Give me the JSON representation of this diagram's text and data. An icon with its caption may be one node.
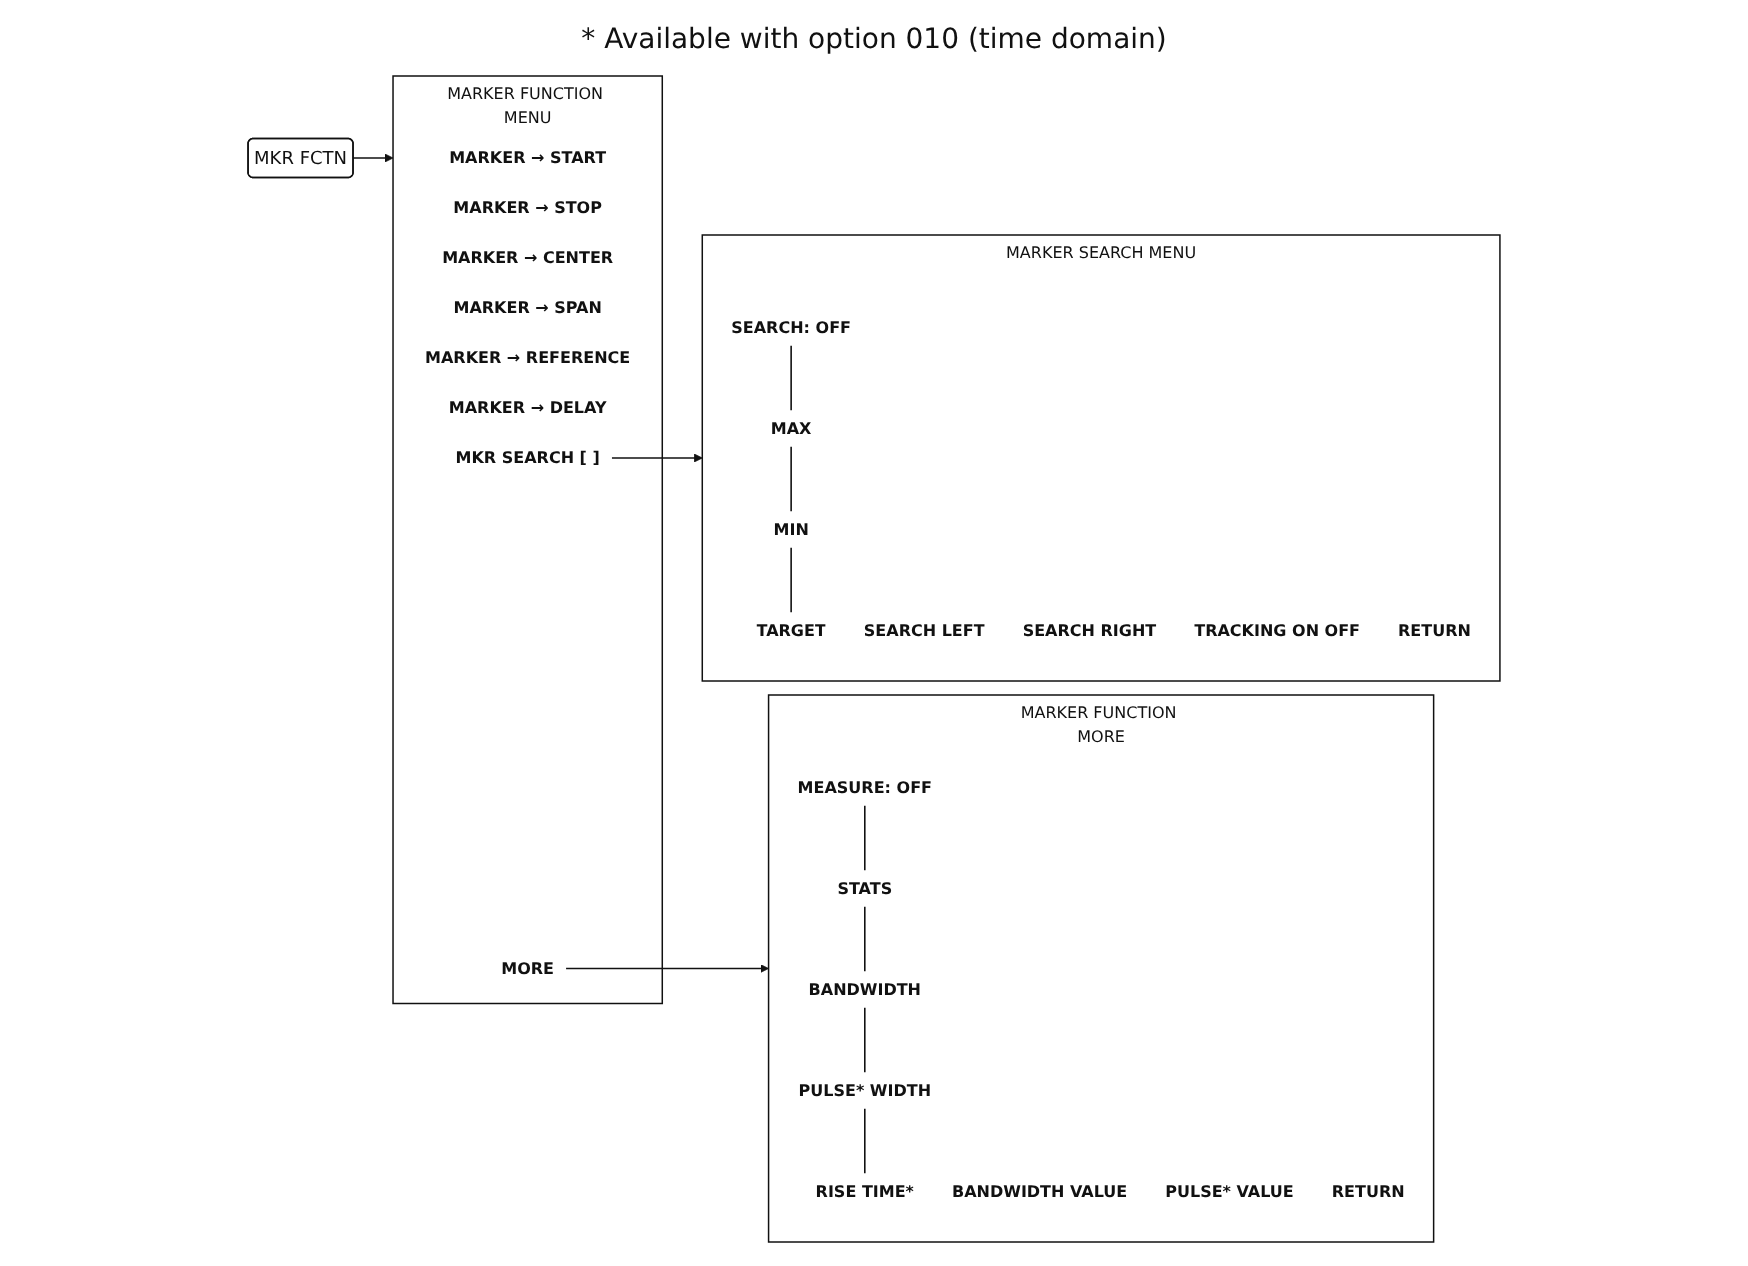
{
  "diagram": {
    "caption": "* Available with option 010 (time domain)",
    "nodes": [
      {
        "text": [
          "MKR FCTN"
        ]
      },
      {
        "text": [
          "MARKER FUNCTION MENU"
        ]
      },
      {
        "text": [
          "MARKER → START"
        ],
        "in": 1
      },
      {
        "text": [
          "MARKER → STOP"
        ],
        "in": 1
      },
      {
        "text": [
          "MARKER → CENTER"
        ],
        "in": 1
      },
      {
        "text": [
          "MARKER → SPAN"
        ],
        "in": 1
      },
      {
        "text": [
          "MARKER → REFERENCE"
        ],
        "in": 1
      },
      {
        "text": [
          "MARKER → DELAY"
        ],
        "in": 1
      },
      {
        "text": [
          "MKR SEARCH [ ]"
        ],
        "in": 1
      },
      {
        "text": [
          "MORE"
        ],
        "in": 1
      },
      {
        "text": [
          "MARKER SEARCH MENU"
        ]
      },
      {
        "text": [
          "SEARCH: OFF"
        ],
        "in": 10
      },
      {
        "text": [
          "MAX"
        ],
        "in": 10
      },
      {
        "text": [
          "MIN"
        ],
        "in": 10
      },
      {
        "text": [
          "TARGET"
        ],
        "in": 10
      },
      {
        "text": [
          "SEARCH LEFT"
        ],
        "in": 10
      },
      {
        "text": [
          "SEARCH RIGHT"
        ],
        "in": 10
      },
      {
        "text": [
          "TRACKING ON OFF"
        ],
        "in": 10
      },
      {
        "text": [
          "RETURN"
        ],
        "in": 10
      },
      {
        "text": [
          "MARKER FUNCTION MORE"
        ]
      },
      {
        "text": [
          "MEASURE: OFF"
        ],
        "in": 19
      },
      {
        "text": [
          "STATS"
        ],
        "in": 19
      },
      {
        "text": [
          "BANDWIDTH"
        ],
        "in": 19
      },
      {
        "text": [
          "PULSE* WIDTH"
        ],
        "in": 19
      },
      {
        "text": [
          "RISE TIME*"
        ],
        "in": 19
      },
      {
        "text": [
          "BANDWIDTH VALUE"
        ],
        "in": 19
      },
      {
        "text": [
          "PULSE* VALUE"
        ],
        "in": 19
      },
      {
        "text": [
          "RETURN"
        ],
        "in": 19
      }
    ],
    "edges": [
      {
        "from": 0,
        "to": 1,
        "arrow": "to"
      },
      {
        "from": 8,
        "to": 10,
        "arrow": "to"
      },
      {
        "from": 9,
        "to": 19,
        "arrow": "to"
      },
      {
        "from": 11,
        "to": 12,
        "arrow": "none"
      },
      {
        "from": 12,
        "to": 13,
        "arrow": "none"
      },
      {
        "from": 13,
        "to": 14,
        "arrow": "none"
      },
      {
        "from": 20,
        "to": 21,
        "arrow": "none"
      },
      {
        "from": 21,
        "to": 22,
        "arrow": "none"
      },
      {
        "from": 22,
        "to": 23,
        "arrow": "none"
      },
      {
        "from": 23,
        "to": 24,
        "arrow": "none"
      }
    ]
  }
}
